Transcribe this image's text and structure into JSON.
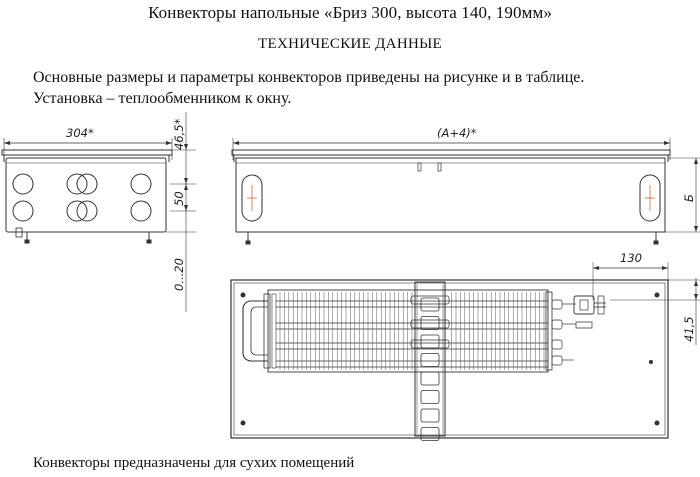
{
  "header": {
    "title": "Конвекторы напольные «Бриз 300, высота 140, 190мм»",
    "subtitle": "ТЕХНИЧЕСКИЕ ДАННЫЕ"
  },
  "intro": {
    "line1": "Основные размеры и параметры конвекторов приведены на рисунке и в таблице.",
    "line2": "Установка – теплообменником к окну."
  },
  "dimensions": {
    "width": "304*",
    "frame_height": "46,5*",
    "pipe_spacing": "50",
    "feet_adjust": "0...20",
    "length": "(A+4)*",
    "height": "Б",
    "connection_offset": "130",
    "connection_depth": "41,5"
  },
  "footer": {
    "note": "Конвекторы предназначены для сухих помещений"
  },
  "colors": {
    "line": "#333333",
    "grille": "#555555",
    "accent": "#c8552d"
  }
}
